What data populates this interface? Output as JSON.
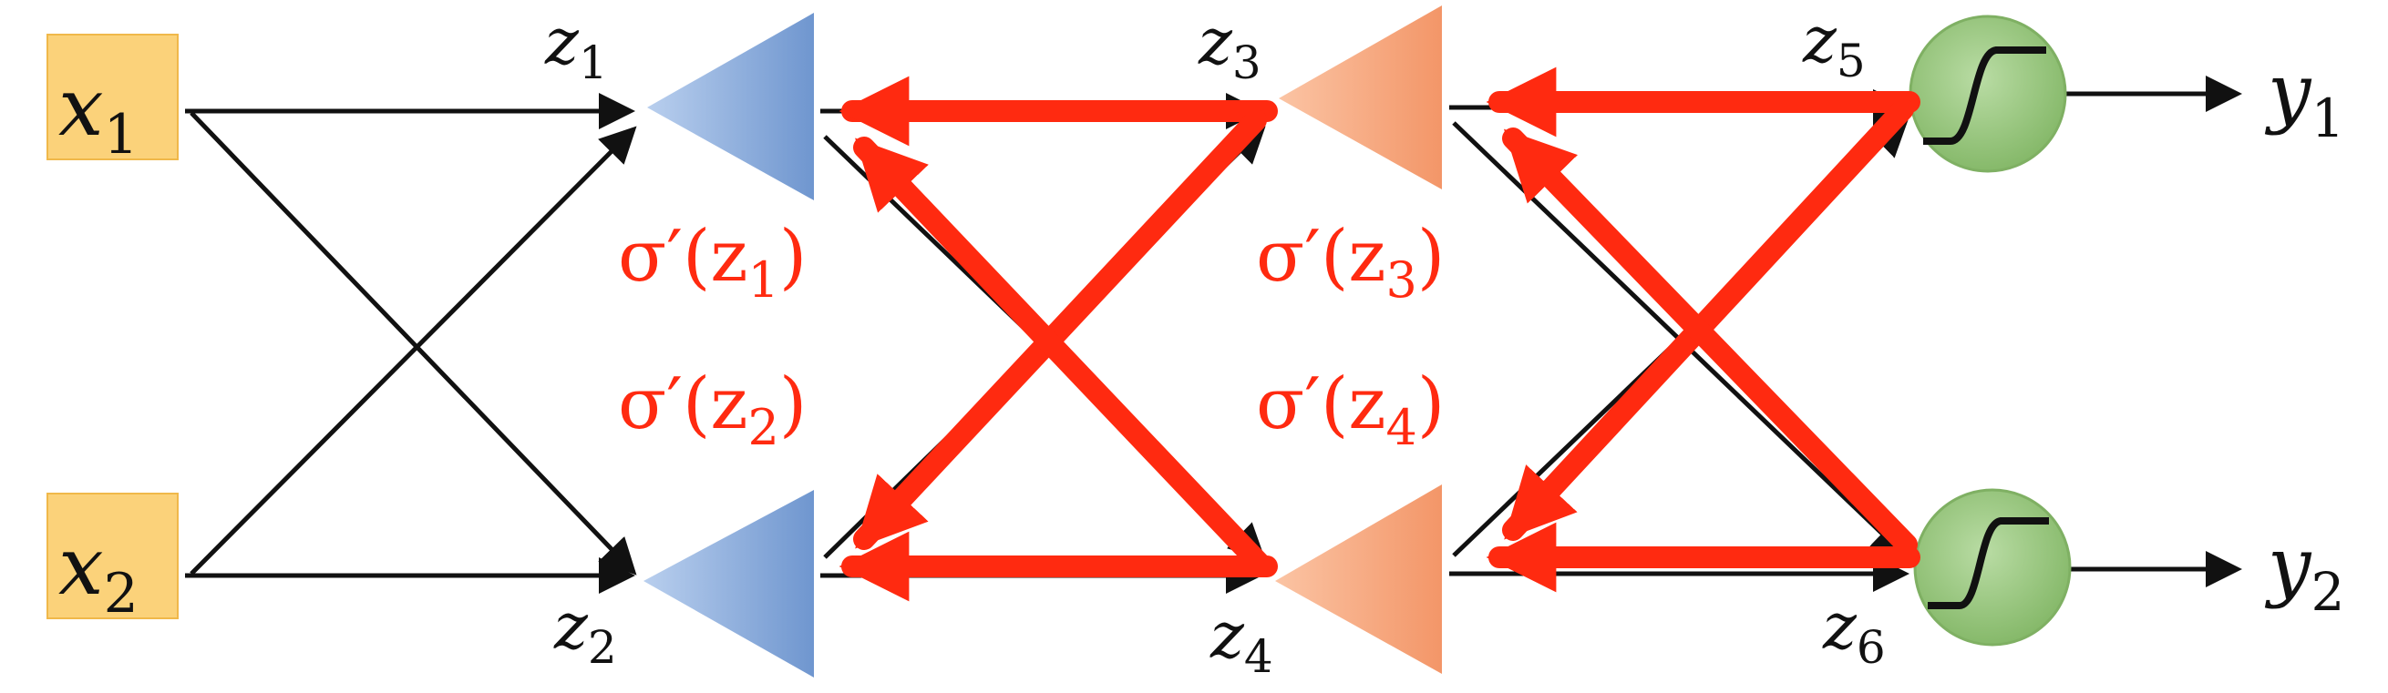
{
  "diagram": {
    "inputs": [
      {
        "var": "x",
        "sub": "1"
      },
      {
        "var": "x",
        "sub": "2"
      }
    ],
    "hidden_layer_1": [
      {
        "var": "z",
        "sub": "1"
      },
      {
        "var": "z",
        "sub": "2"
      }
    ],
    "hidden_layer_2": [
      {
        "var": "z",
        "sub": "3"
      },
      {
        "var": "z",
        "sub": "4"
      }
    ],
    "output_units": [
      {
        "var": "z",
        "sub": "5"
      },
      {
        "var": "z",
        "sub": "6"
      }
    ],
    "outputs": [
      {
        "var": "y",
        "sub": "1"
      },
      {
        "var": "y",
        "sub": "2"
      }
    ],
    "derivative_labels": [
      {
        "text": "σ′(z",
        "sub": "1",
        "close": ")"
      },
      {
        "text": "σ′(z",
        "sub": "2",
        "close": ")"
      },
      {
        "text": "σ′(z",
        "sub": "3",
        "close": ")"
      },
      {
        "text": "σ′(z",
        "sub": "4",
        "close": ")"
      }
    ],
    "colors": {
      "input_box": "#fbd27a",
      "layer1_triangle": "#8fb0dc",
      "layer2_triangle": "#f6a77f",
      "output_circle": "#9dca84",
      "backprop_arrow": "#ff2a10",
      "forward_arrow": "#111111"
    }
  }
}
